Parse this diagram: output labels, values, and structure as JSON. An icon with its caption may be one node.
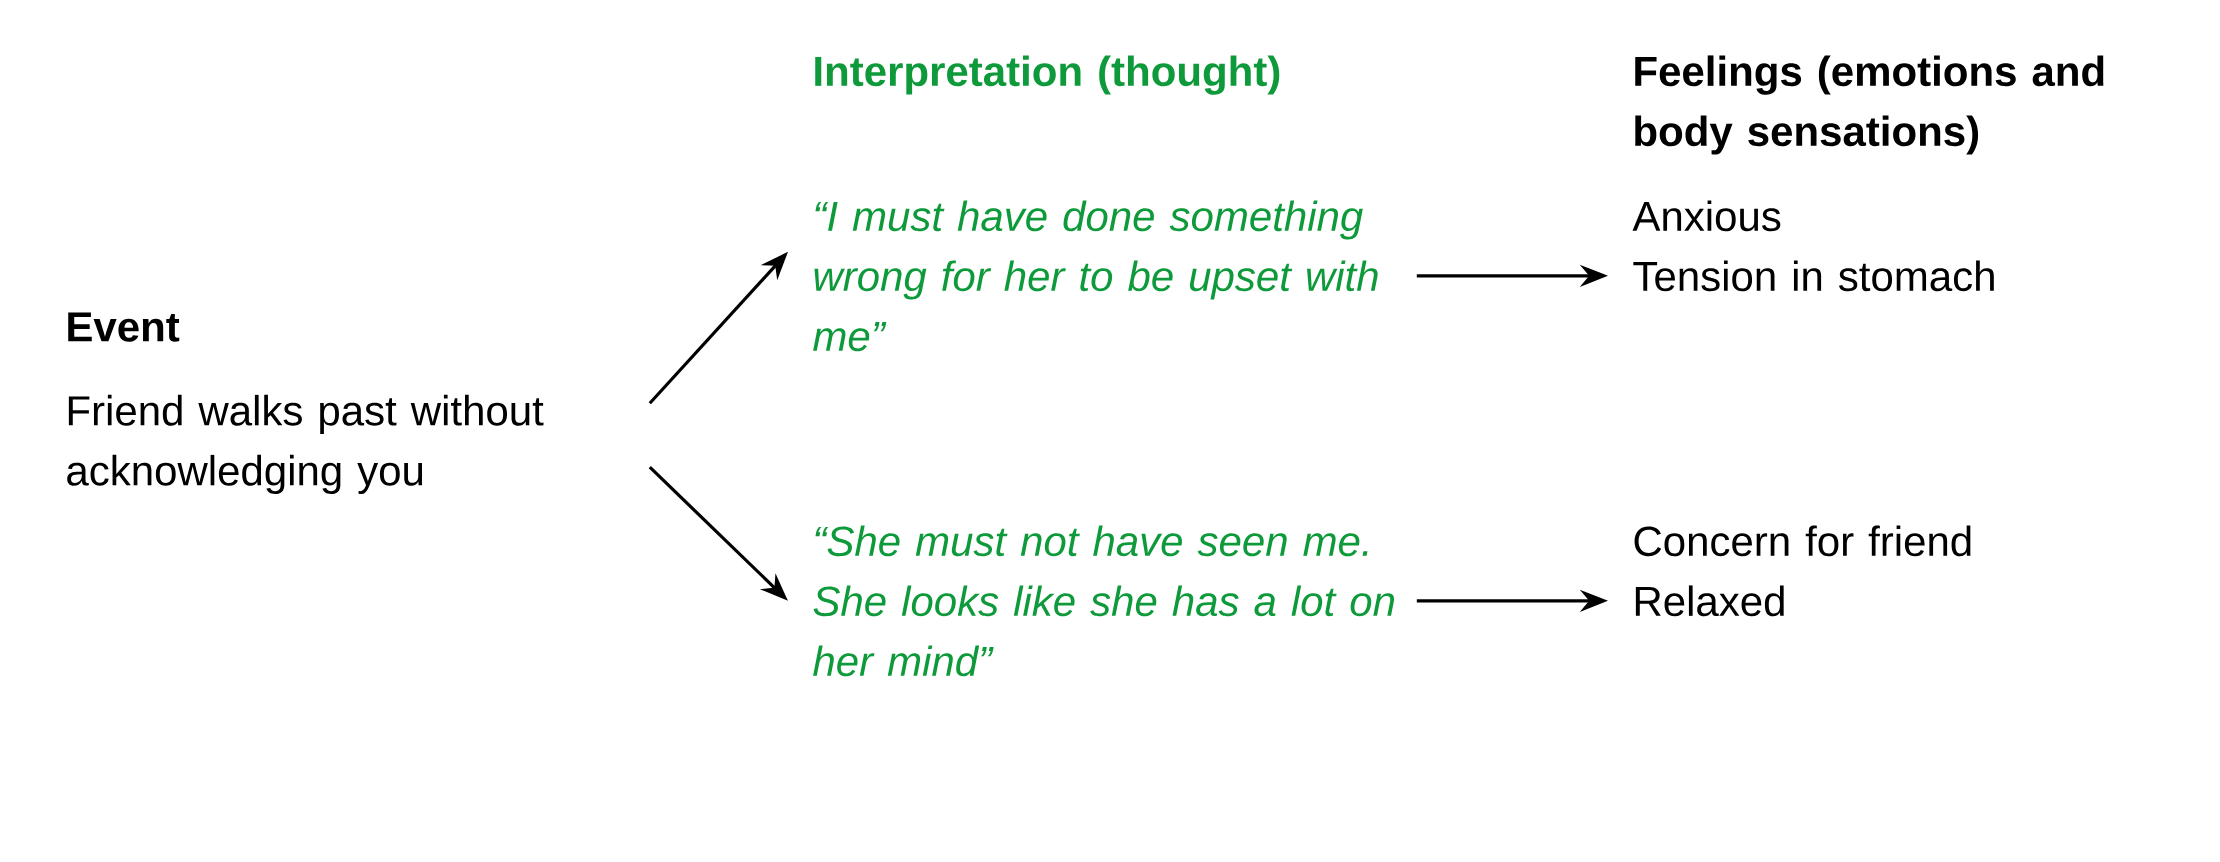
{
  "diagram": {
    "nodes": [
      {
        "text": [
          "Event",
          "Friend walks past without acknowledging you"
        ]
      },
      {
        "text": [
          "“I must have done something wrong for her to be upset with me”"
        ]
      },
      {
        "text": [
          "“She must not have seen me. She looks like she has a lot on her mind”"
        ]
      },
      {
        "text": [
          "Anxious",
          "Tension in stomach"
        ]
      },
      {
        "text": [
          "Concern for friend",
          "Relaxed"
        ]
      }
    ],
    "edges": [
      {
        "from": 0,
        "to": 1,
        "arrow": "to"
      },
      {
        "from": 0,
        "to": 2,
        "arrow": "to"
      },
      {
        "from": 1,
        "to": 3,
        "arrow": "to"
      },
      {
        "from": 2,
        "to": 4,
        "arrow": "to"
      }
    ],
    "labels": [
      "Interpretation (thought)",
      "Feelings (emotions and body sensations)"
    ]
  }
}
